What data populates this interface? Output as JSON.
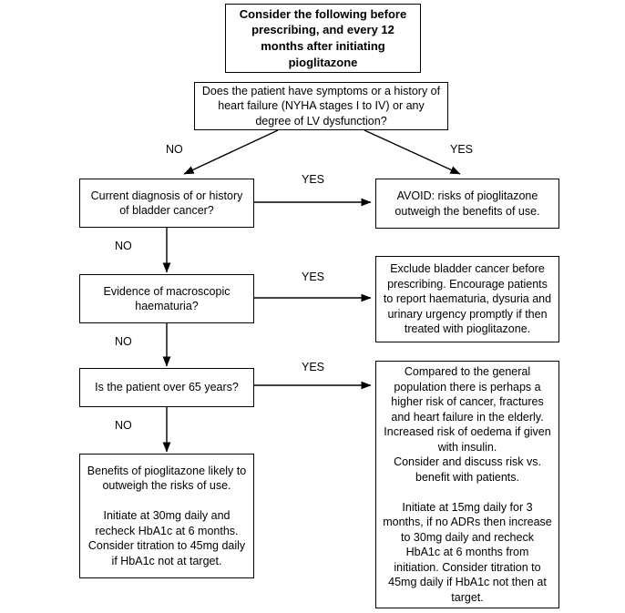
{
  "diagram": {
    "title_node": {
      "id": "consider-before-prescribing",
      "text": "Consider the following before prescribing, and every 12 months after initiating pioglitazone"
    },
    "nodes": [
      {
        "id": "heart-failure-question",
        "text": "Does the patient have symptoms or a history of heart failure (NYHA stages I to IV) or any degree of LV dysfunction?"
      },
      {
        "id": "bladder-cancer-question",
        "text": "Current diagnosis of or history of bladder cancer?"
      },
      {
        "id": "avoid-outcome",
        "text": "AVOID: risks of pioglitazone outweigh the benefits of use."
      },
      {
        "id": "haematuria-question",
        "text": "Evidence of macroscopic haematuria?"
      },
      {
        "id": "exclude-bladder-cancer-outcome",
        "text": "Exclude bladder cancer before prescribing. Encourage patients to report haematuria, dysuria and urinary urgency promptly if then treated with pioglitazone."
      },
      {
        "id": "over-65-question",
        "text": "Is the patient over 65 years?"
      },
      {
        "id": "elderly-outcome",
        "text": "Compared to the general population there is perhaps a higher risk of cancer, fractures and heart failure in the elderly.\nIncreased risk of oedema if given with insulin.\nConsider and discuss risk vs. benefit with patients.\n\nInitiate at 15mg daily for 3 months, if no ADRs then increase to 30mg daily and recheck HbA1c at 6 months from initiation. Consider titration to 45mg daily if HbA1c not then at target."
      },
      {
        "id": "benefits-outcome",
        "text": "Benefits of pioglitazone likely to outweigh the risks of use.\n\nInitiate at 30mg daily and recheck HbA1c at 6 months. Consider titration to 45mg daily if HbA1c not at target."
      }
    ],
    "edge_labels": [
      {
        "id": "hf-no",
        "text": "NO"
      },
      {
        "id": "hf-yes",
        "text": "YES"
      },
      {
        "id": "bladder-yes",
        "text": "YES"
      },
      {
        "id": "bladder-no",
        "text": "NO"
      },
      {
        "id": "haematuria-yes",
        "text": "YES"
      },
      {
        "id": "haematuria-no",
        "text": "NO"
      },
      {
        "id": "over65-yes",
        "text": "YES"
      },
      {
        "id": "over65-no",
        "text": "NO"
      }
    ],
    "colors": {
      "stroke": "#000000",
      "fill": "#ffffff",
      "text": "#000000"
    }
  }
}
